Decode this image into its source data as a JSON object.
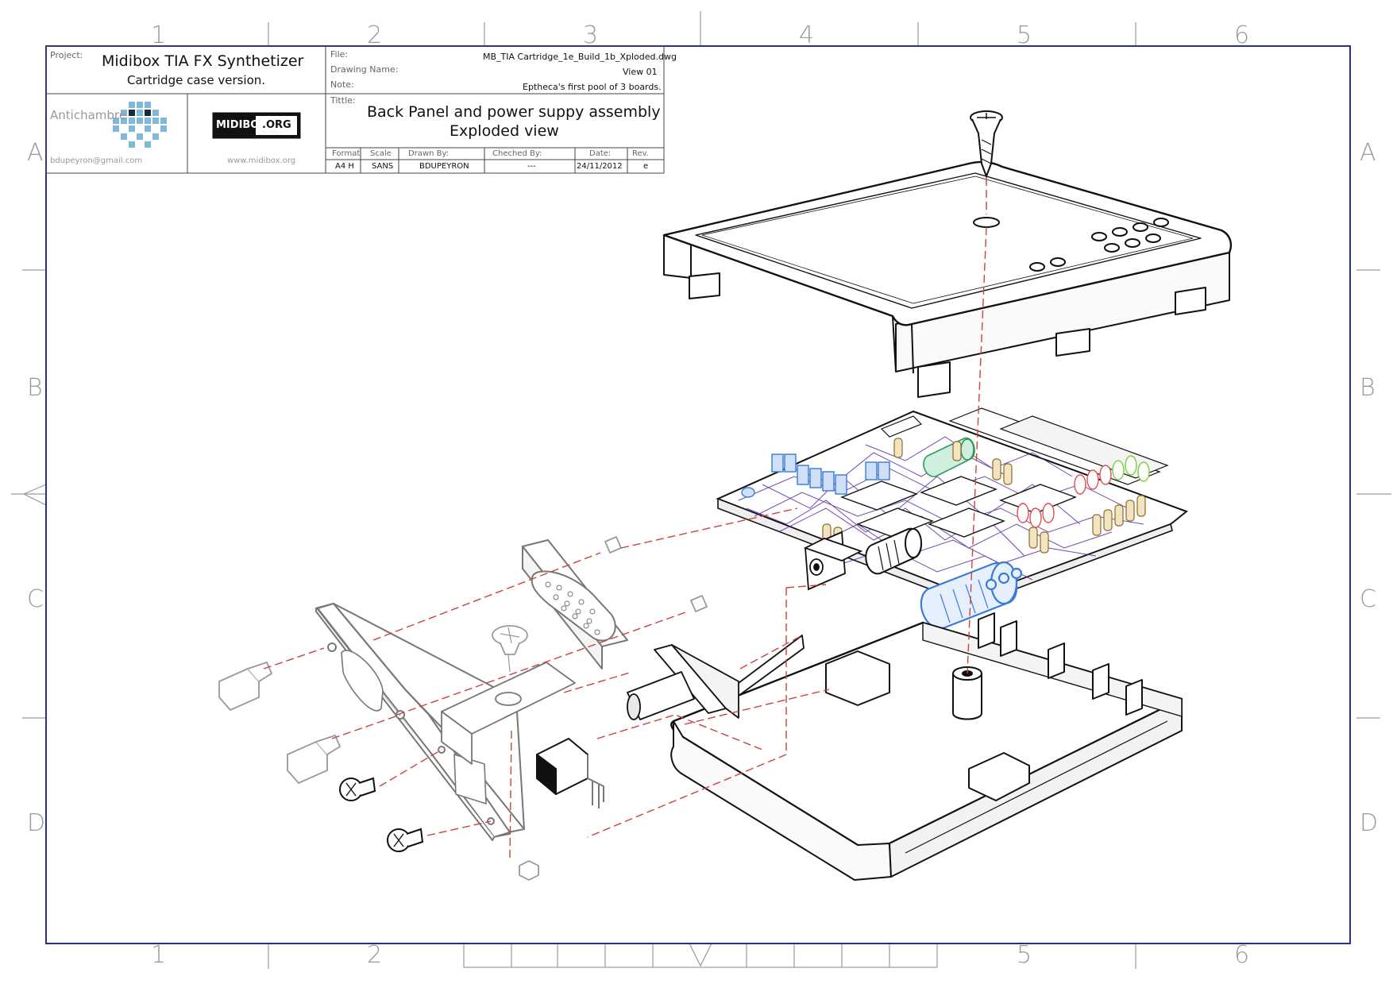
{
  "zones": {
    "columns": [
      "1",
      "2",
      "3",
      "4",
      "5",
      "6"
    ],
    "rows": [
      "A",
      "B",
      "C",
      "D"
    ]
  },
  "title_block": {
    "project_label": "Project:",
    "project_title": "Midibox TIA FX Synthetizer",
    "project_subtitle": "Cartridge case version.",
    "file_label": "File:",
    "file_value": "MB_TIA Cartridge_1e_Build_1b_Xploded.dwg",
    "drawing_name_label": "Drawing Name:",
    "drawing_name_value": "View 01",
    "note_label": "Note:",
    "note_value": "Eptheca's first pool of 3 boards.",
    "title_label": "Tittle:",
    "title_line1": "Back Panel and power suppy assembly",
    "title_line2": "Exploded view",
    "author_name": "Antichambre",
    "author_email": "bdupeyron@gmail.com",
    "logo_text_left": "MIDIBOX",
    "logo_text_right": ".ORG",
    "website": "www.midibox.org",
    "fields": {
      "format_label": "Format",
      "format_value": "A4 H",
      "scale_label": "Scale",
      "scale_value": "SANS",
      "drawn_label": "Drawn By:",
      "drawn_value": "BDUPEYRON",
      "checked_label": "Cheched By:",
      "checked_value": "---",
      "date_label": "Date:",
      "date_value": "24/11/2012",
      "rev_label": "Rev.",
      "rev_value": "e"
    }
  },
  "colors": {
    "frame": "#2a2aa0",
    "line": "#111111",
    "explode_line": "#d04040",
    "pcb_trace": "#5a2aa0",
    "capacitor_blue": "#3a7ad8",
    "capacitor_green": "#2f9a5a",
    "led_red": "#e05050",
    "led_green": "#7ad040",
    "mascot": "#7fb8d8"
  }
}
